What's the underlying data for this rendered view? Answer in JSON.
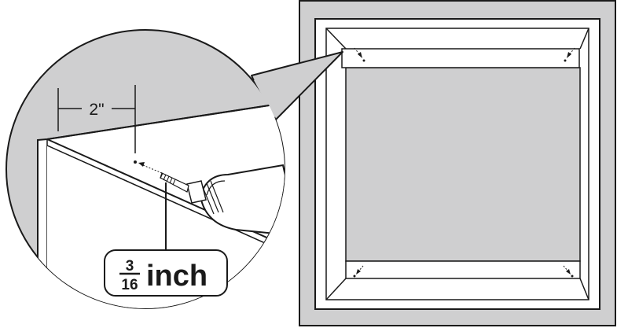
{
  "diagram": {
    "dimension_label": "2\"",
    "drill_bit_fraction_numerator": "3",
    "drill_bit_fraction_denominator": "16",
    "drill_bit_unit": "inch"
  },
  "colors": {
    "stroke": "#1a1a1a",
    "shade": "#cfcfd0",
    "paper": "#ffffff"
  }
}
